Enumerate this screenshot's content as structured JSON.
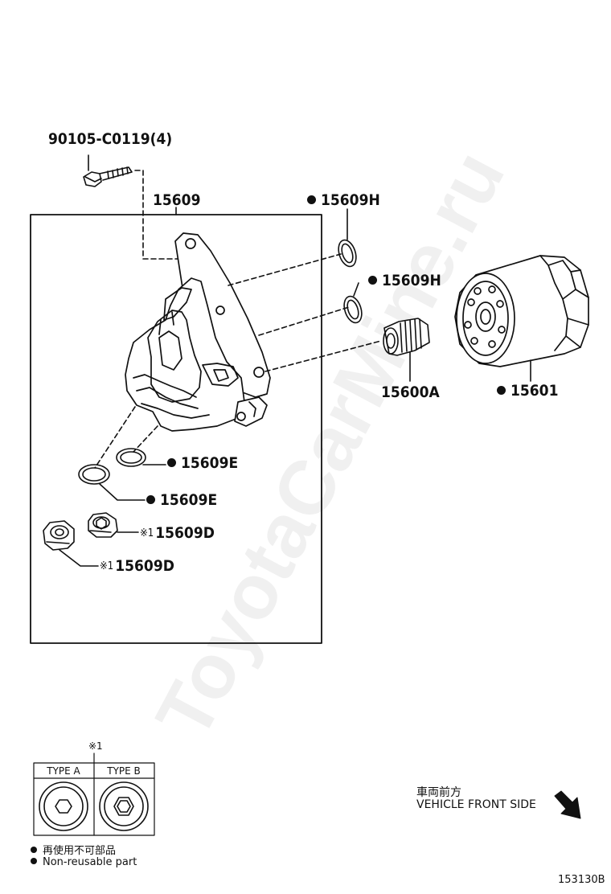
{
  "watermark": "ToyotaCarMine.ru",
  "parts": {
    "bolt": "90105-C0119(4)",
    "bracket": "15609",
    "gasket_h1": "15609H",
    "gasket_h2": "15609H",
    "union": "15600A",
    "filter": "15601",
    "gasket_e1": "15609E",
    "gasket_e2": "15609E",
    "plug_d1": "15609D",
    "plug_d2": "15609D"
  },
  "note_mark": "※1",
  "types": {
    "mark": "※1",
    "type_a": "TYPE A",
    "type_b": "TYPE B"
  },
  "legend": {
    "jp": "再使用不可部品",
    "en": "Non-reusable part"
  },
  "direction": {
    "jp": "車両前方",
    "en": "VEHICLE FRONT SIDE"
  },
  "figure_id": "153130B"
}
